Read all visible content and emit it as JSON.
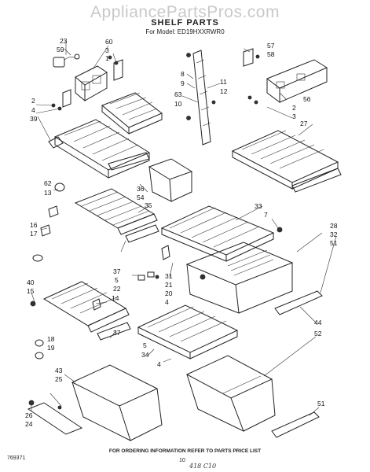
{
  "watermark": "AppliancePartsPros.com",
  "header": {
    "title": "SHELF PARTS",
    "model": "For Model: ED19HXXRWR0"
  },
  "footer": {
    "note": "FOR ORDERING INFORMATION REFER TO PARTS PRICE LIST",
    "page_number": "10",
    "doc_code": "769371",
    "handwritten": "418 C10"
  },
  "callouts": [
    {
      "id": "c23",
      "text": "23"
    },
    {
      "id": "c59",
      "text": "59"
    },
    {
      "id": "c60",
      "text": "60"
    },
    {
      "id": "c3a",
      "text": "3"
    },
    {
      "id": "c1",
      "text": "1"
    },
    {
      "id": "c2a",
      "text": "2"
    },
    {
      "id": "c4a",
      "text": "4"
    },
    {
      "id": "c39",
      "text": "39"
    },
    {
      "id": "c8",
      "text": "8"
    },
    {
      "id": "c9",
      "text": "9"
    },
    {
      "id": "c11",
      "text": "11"
    },
    {
      "id": "c12",
      "text": "12"
    },
    {
      "id": "c63",
      "text": "63"
    },
    {
      "id": "c10",
      "text": "10"
    },
    {
      "id": "c57",
      "text": "57"
    },
    {
      "id": "c58",
      "text": "58"
    },
    {
      "id": "c56",
      "text": "56"
    },
    {
      "id": "c2b",
      "text": "2"
    },
    {
      "id": "c3b",
      "text": "3"
    },
    {
      "id": "c27",
      "text": "27"
    },
    {
      "id": "c62",
      "text": "62"
    },
    {
      "id": "c13",
      "text": "13"
    },
    {
      "id": "c36",
      "text": "36"
    },
    {
      "id": "c54",
      "text": "54"
    },
    {
      "id": "c35",
      "text": "35"
    },
    {
      "id": "c33",
      "text": "33"
    },
    {
      "id": "c7",
      "text": "7"
    },
    {
      "id": "c28",
      "text": "28"
    },
    {
      "id": "c32",
      "text": "32"
    },
    {
      "id": "c51a",
      "text": "51"
    },
    {
      "id": "c16",
      "text": "16"
    },
    {
      "id": "c17",
      "text": "17"
    },
    {
      "id": "c37a",
      "text": "37"
    },
    {
      "id": "c5a",
      "text": "5"
    },
    {
      "id": "c22",
      "text": "22"
    },
    {
      "id": "c31",
      "text": "31"
    },
    {
      "id": "c21",
      "text": "21"
    },
    {
      "id": "c20",
      "text": "20"
    },
    {
      "id": "c4b",
      "text": "4"
    },
    {
      "id": "c14",
      "text": "14"
    },
    {
      "id": "c40",
      "text": "40"
    },
    {
      "id": "c15",
      "text": "15"
    },
    {
      "id": "c37b",
      "text": "37"
    },
    {
      "id": "c18",
      "text": "18"
    },
    {
      "id": "c19",
      "text": "19"
    },
    {
      "id": "c5b",
      "text": "5"
    },
    {
      "id": "c34",
      "text": "34"
    },
    {
      "id": "c4c",
      "text": "4"
    },
    {
      "id": "c44",
      "text": "44"
    },
    {
      "id": "c52",
      "text": "52"
    },
    {
      "id": "c43",
      "text": "43"
    },
    {
      "id": "c25",
      "text": "25"
    },
    {
      "id": "c26",
      "text": "26"
    },
    {
      "id": "c24",
      "text": "24"
    },
    {
      "id": "c51b",
      "text": "51"
    }
  ]
}
